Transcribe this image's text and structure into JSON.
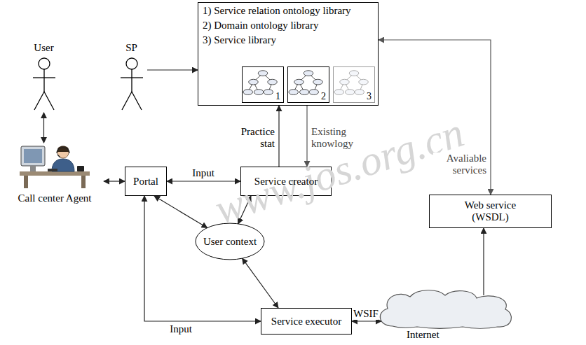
{
  "diagram": {
    "nodes": [
      {
        "text": [
          "User"
        ]
      },
      {
        "text": [
          "SP"
        ]
      },
      {
        "text": [
          "1) Service relation ontology library",
          "2) Domain ontology library",
          "3) Service library"
        ]
      },
      {
        "text": [
          "1"
        ],
        "in": 2
      },
      {
        "text": [
          "2"
        ],
        "in": 2
      },
      {
        "text": [
          "3"
        ],
        "in": 2
      },
      {
        "text": [
          "Call center Agent"
        ]
      },
      {
        "text": [
          "Portal"
        ]
      },
      {
        "text": [
          "Service creator"
        ]
      },
      {
        "text": [
          "User context"
        ]
      },
      {
        "text": [
          "Web service (WSDL)"
        ]
      },
      {
        "text": [
          "Service executor"
        ]
      },
      {
        "text": [
          "Internet"
        ]
      }
    ],
    "edges": [
      {
        "from": 0,
        "to": 6,
        "arrow": "both"
      },
      {
        "from": 6,
        "to": 7,
        "arrow": "both"
      },
      {
        "from": 1,
        "to": 2,
        "arrow": "to"
      },
      {
        "from": 7,
        "to": 8,
        "label": "Input",
        "arrow": "both"
      },
      {
        "from": 8,
        "to": 2,
        "label": "Practice stat",
        "arrow": "to"
      },
      {
        "from": 2,
        "to": 8,
        "label": "Existing knowlogy",
        "arrow": "to"
      },
      {
        "from": 2,
        "to": 10,
        "label": "Avaliable services",
        "arrow": "both"
      },
      {
        "from": 7,
        "to": 9,
        "arrow": "both"
      },
      {
        "from": 8,
        "to": 9,
        "arrow": "both"
      },
      {
        "from": 9,
        "to": 11,
        "arrow": "both"
      },
      {
        "from": 7,
        "to": 11,
        "label": "Input",
        "arrow": "both"
      },
      {
        "from": 11,
        "to": 12,
        "label": "WSIF",
        "arrow": "both"
      },
      {
        "from": 12,
        "to": 10,
        "arrow": "to"
      }
    ],
    "labels": [
      "www.jos.org.cn"
    ]
  }
}
